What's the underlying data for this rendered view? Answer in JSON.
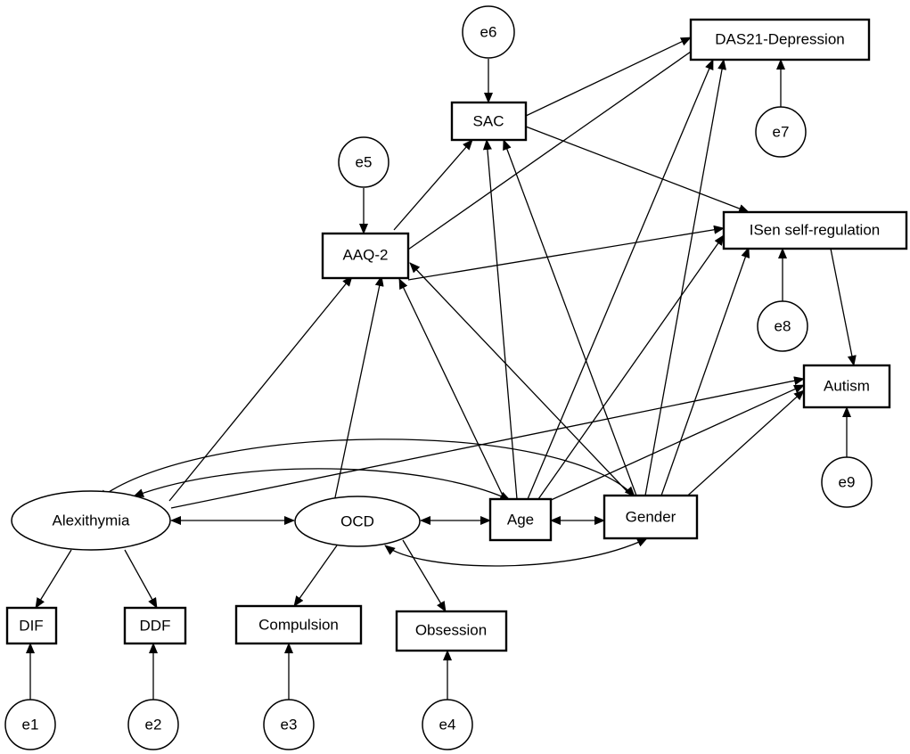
{
  "nodes": {
    "das21": "DAS21-Depression",
    "sac": "SAC",
    "aaq2": "AAQ-2",
    "isen": "ISen self-regulation",
    "autism": "Autism",
    "alexithymia": "Alexithymia",
    "ocd": "OCD",
    "age": "Age",
    "gender": "Gender",
    "dif": "DIF",
    "ddf": "DDF",
    "compulsion": "Compulsion",
    "obsession": "Obsession"
  },
  "errors": {
    "e1": "e1",
    "e2": "e2",
    "e3": "e3",
    "e4": "e4",
    "e5": "e5",
    "e6": "e6",
    "e7": "e7",
    "e8": "e8",
    "e9": "e9"
  }
}
